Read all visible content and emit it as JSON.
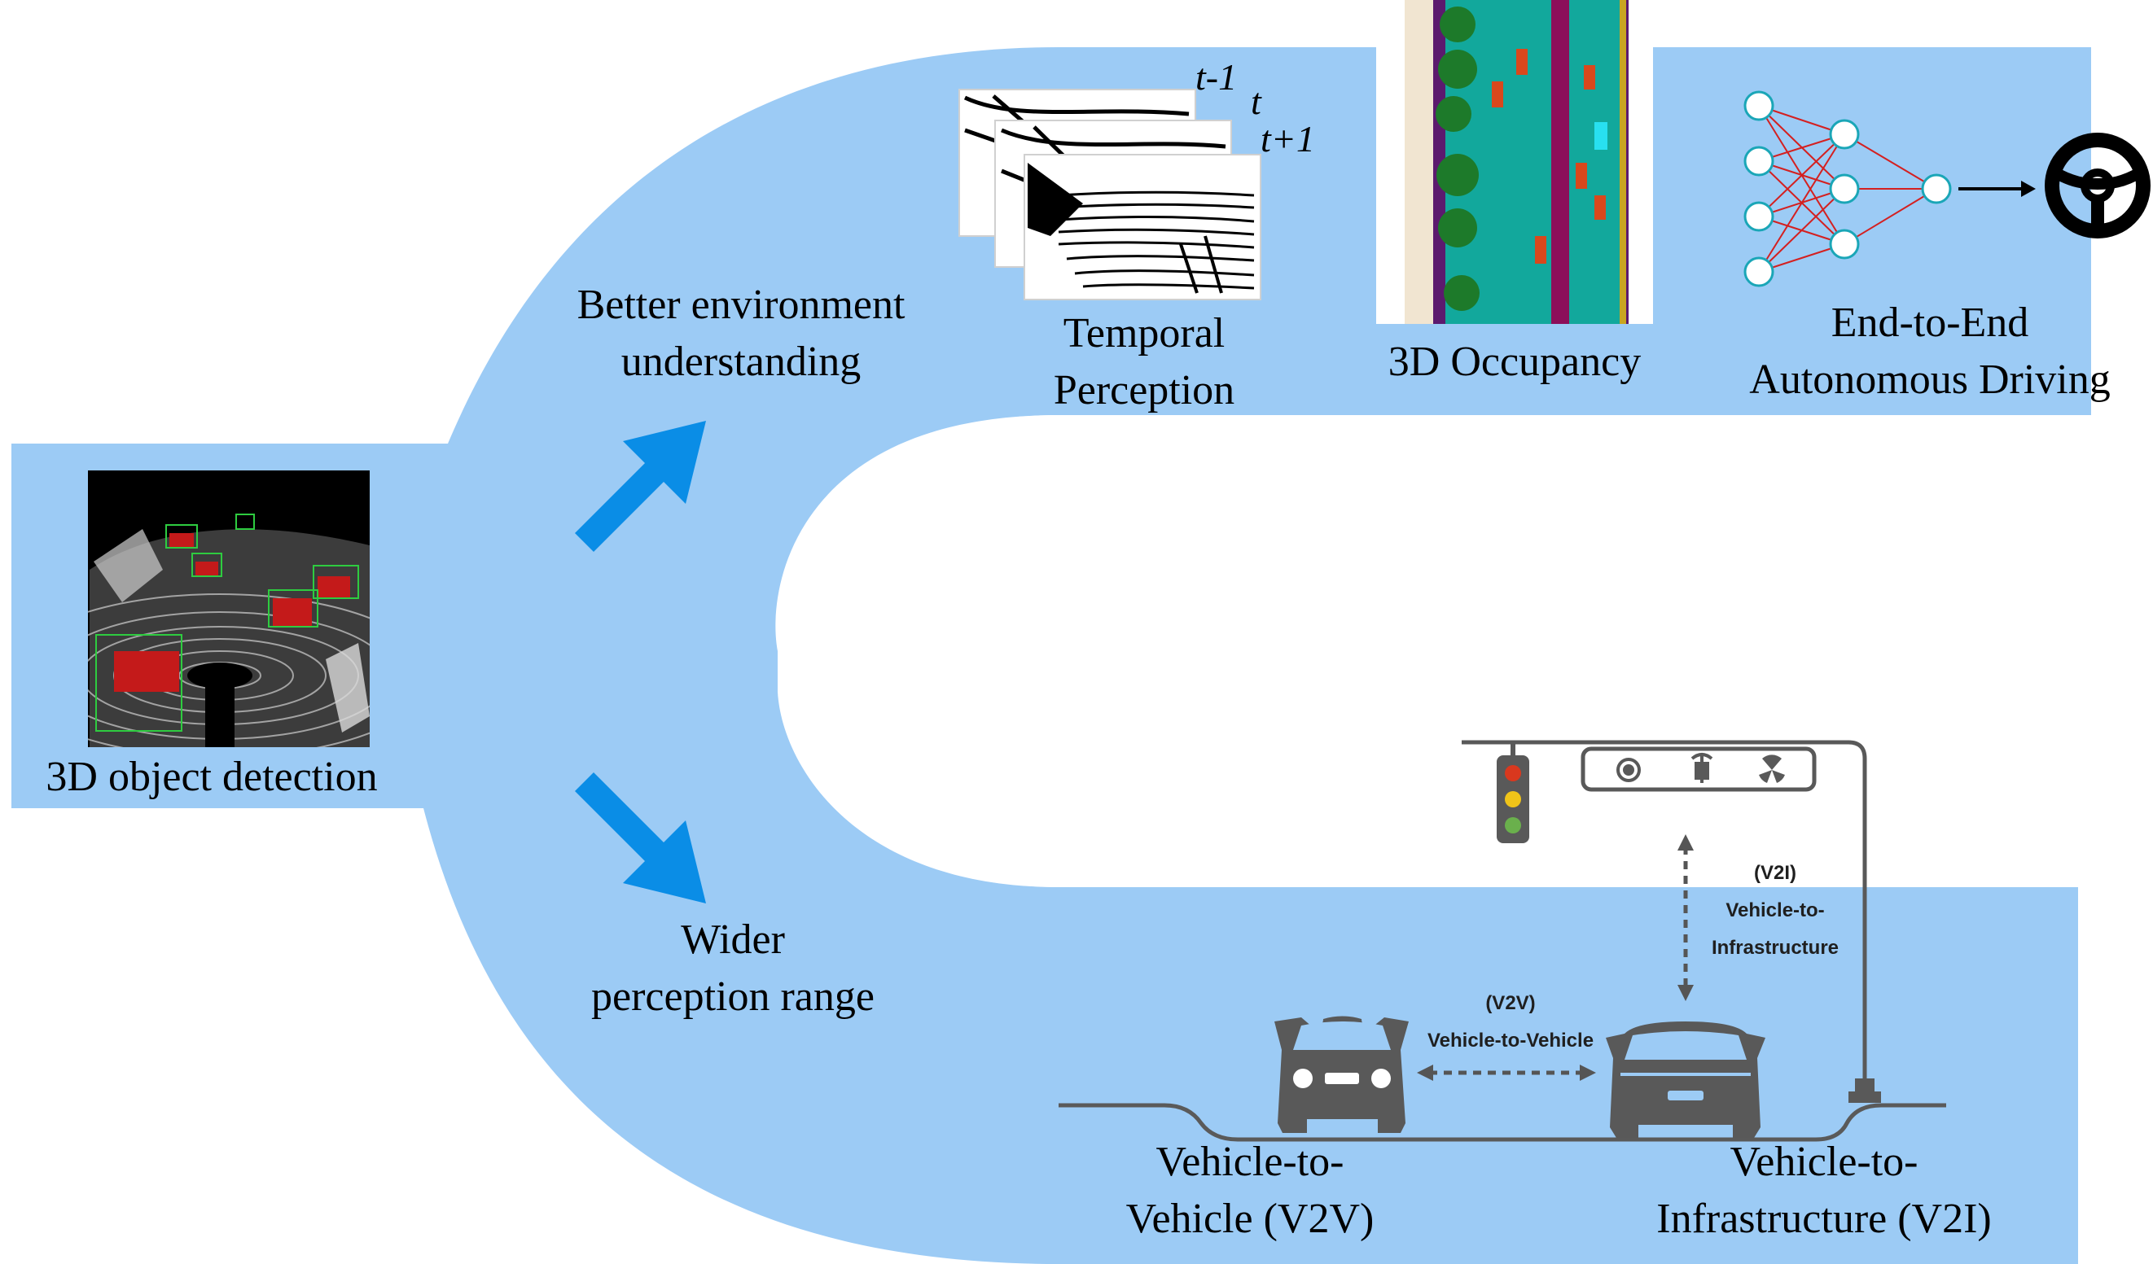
{
  "colors": {
    "band": "#9ccbf5",
    "arrow": "#0a8de6",
    "icon_gray": "#595959",
    "road": "#5a5a5a",
    "neuron": "#1aa6b7",
    "edge": "#d42020",
    "lidar_bg": "#000000",
    "box_green": "#2ecc40",
    "car_red": "#c41a1a",
    "occupancy_road": "#12a89c",
    "occupancy_tree": "#1d7a2a",
    "occupancy_car": "#d9481c",
    "occupancy_lane": "#8c0f5a",
    "occupancy_side": "#5c1a6e"
  },
  "labels": {
    "detection": "3D object detection",
    "better_env": [
      "Better environment",
      "understanding"
    ],
    "wider": [
      "Wider",
      "perception range"
    ],
    "temporal": [
      "Temporal",
      "Perception"
    ],
    "occupancy": "3D Occupancy",
    "e2e": [
      "End-to-End",
      "Autonomous Driving"
    ],
    "v2v_bottom": [
      "Vehicle-to-",
      "Vehicle (V2V)"
    ],
    "v2i_bottom": [
      "Vehicle-to-",
      "Infrastructure (V2I)"
    ]
  },
  "frames": {
    "t_minus_1": "t-1",
    "t": "t",
    "t_plus_1": "t+1"
  },
  "annotations": {
    "v2i": [
      "(V2I)",
      "Vehicle-to-",
      "Infrastructure"
    ],
    "v2v": [
      "(V2V)",
      "Vehicle-to-Vehicle"
    ]
  },
  "icons": {
    "steering": "steering-wheel-icon",
    "traffic_light": "traffic-light-icon",
    "camera": "camera-icon",
    "antenna": "antenna-icon",
    "radar": "radar-icon",
    "car": "car-icon",
    "arrow": "arrow-icon"
  }
}
